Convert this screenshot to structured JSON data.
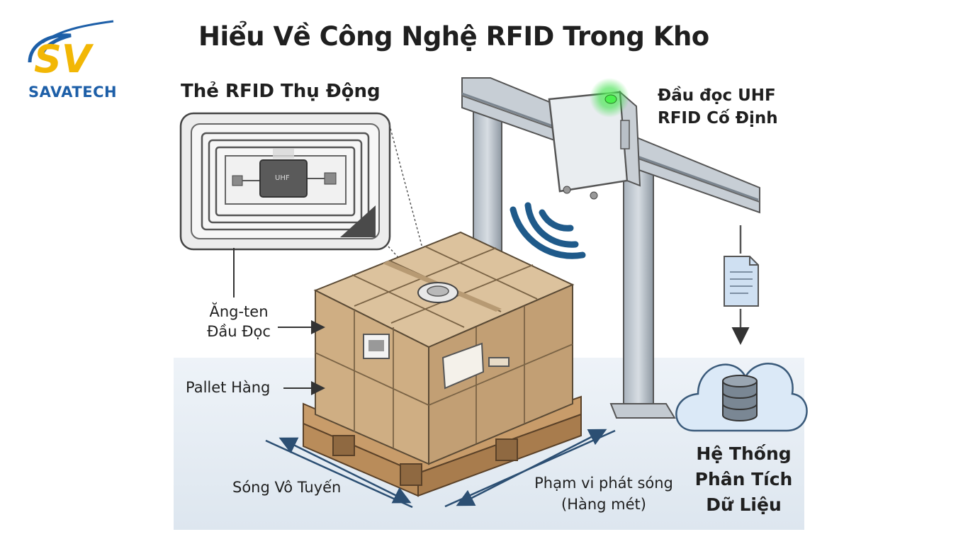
{
  "brand": {
    "name": "SAVATECH",
    "logo_letters": "SV"
  },
  "title": "Hiểu Về Công Nghệ RFID Trong Kho",
  "labels": {
    "passive_tag": "Thẻ RFID Thụ Động",
    "chip": "UHF",
    "reader_line1": "Đầu đọc UHF",
    "reader_line2": "RFID Cố Định",
    "antenna_line1": "Ăng-ten",
    "antenna_line2": "Đầu Đọc",
    "pallet": "Pallet Hàng",
    "radio_waves": "Sóng Vô Tuyến",
    "range_line1": "Phạm vi phát sóng",
    "range_line2": "(Hàng mét)",
    "system_line1": "Hệ Thống",
    "system_line2": "Phân Tích",
    "system_line3": "Dữ Liệu"
  },
  "colors": {
    "brand_blue": "#1d5fa8",
    "brand_yellow": "#f2b705",
    "wave_blue": "#1f5a8a",
    "led_green": "#3ee04a",
    "cloud_blue": "#dbe9f7",
    "box_tan": "#d3b690"
  }
}
